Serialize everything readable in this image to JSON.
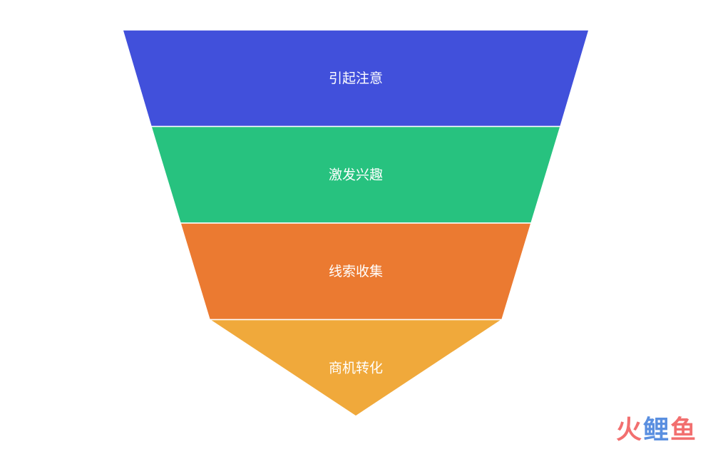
{
  "funnel": {
    "stages": [
      {
        "label": "引起注意",
        "color": "#4150DB"
      },
      {
        "label": "激发兴趣",
        "color": "#27C27F"
      },
      {
        "label": "线索收集",
        "color": "#EB7A31"
      },
      {
        "label": "商机转化",
        "color": "#F0A93B"
      }
    ],
    "separator_color": "#ffffff"
  },
  "watermark": {
    "chars": [
      {
        "text": "火",
        "color": "#F26F6F"
      },
      {
        "text": "鲤",
        "color": "#5A8FE0"
      },
      {
        "text": "鱼",
        "color": "#F26F6F"
      }
    ]
  }
}
